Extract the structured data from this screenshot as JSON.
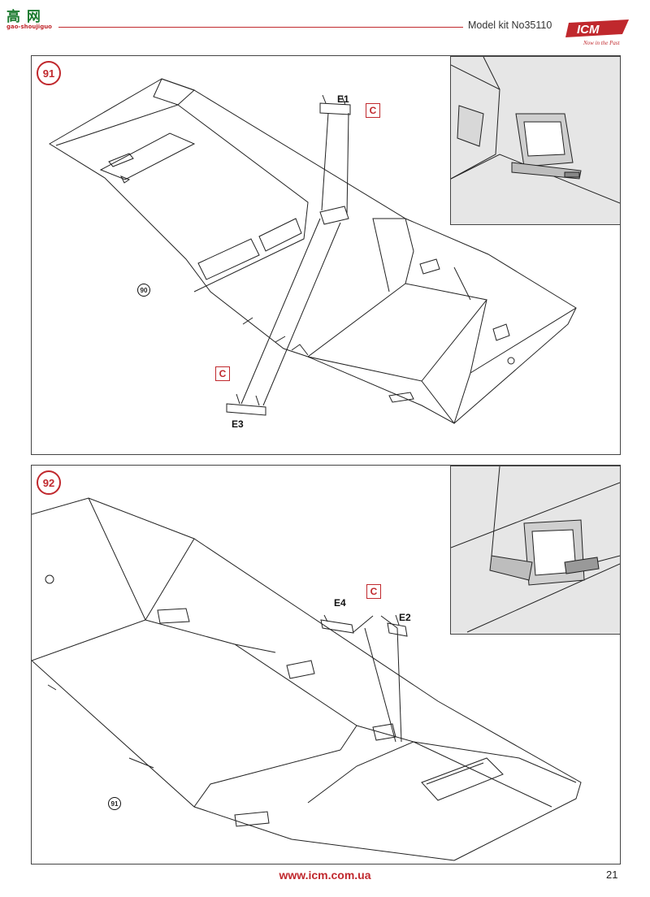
{
  "header": {
    "watermark_top": "高 网",
    "watermark_bottom": "gao-shoujiguo",
    "kit_title": "Model kit No35110",
    "logo_text": "ICM",
    "logo_tagline": "Now in the Past"
  },
  "steps": [
    {
      "number": "91",
      "ref_number": "90",
      "glue_symbol": "C",
      "parts": [
        "E1",
        "E3"
      ]
    },
    {
      "number": "92",
      "ref_number": "91",
      "glue_symbol": "C",
      "parts": [
        "E4",
        "E2"
      ]
    }
  ],
  "footer": {
    "url": "www.icm.com.ua",
    "page_number": "21"
  },
  "colors": {
    "accent": "#c0282d",
    "line": "#444444",
    "inset_bg": "#e6e6e6"
  }
}
